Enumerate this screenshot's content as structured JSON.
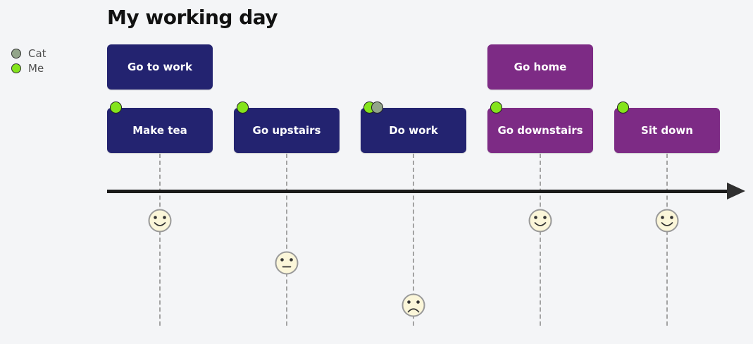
{
  "title": "My working day",
  "legend": {
    "items": [
      {
        "label": "Cat",
        "color": "#93a58a"
      },
      {
        "label": "Me",
        "color": "#84e41c"
      }
    ]
  },
  "sections": [
    {
      "label": "Go to work",
      "color": "#232370"
    },
    {
      "label": "Go home",
      "color": "#7d2b85"
    }
  ],
  "tasks": [
    {
      "label": "Make tea",
      "section": "Go to work",
      "actors": [
        "Me"
      ],
      "face": "happy"
    },
    {
      "label": "Go upstairs",
      "section": "Go to work",
      "actors": [
        "Me"
      ],
      "face": "neutral"
    },
    {
      "label": "Do work",
      "section": "Go to work",
      "actors": [
        "Me",
        "Cat"
      ],
      "face": "sad"
    },
    {
      "label": "Go downstairs",
      "section": "Go home",
      "actors": [
        "Me"
      ],
      "face": "happy"
    },
    {
      "label": "Sit down",
      "section": "Go home",
      "actors": [
        "Me"
      ],
      "face": "happy"
    }
  ],
  "face_style": {
    "fill": "#fbf6d9",
    "stroke": "#999999"
  },
  "axis_color": "#1a1a1a"
}
